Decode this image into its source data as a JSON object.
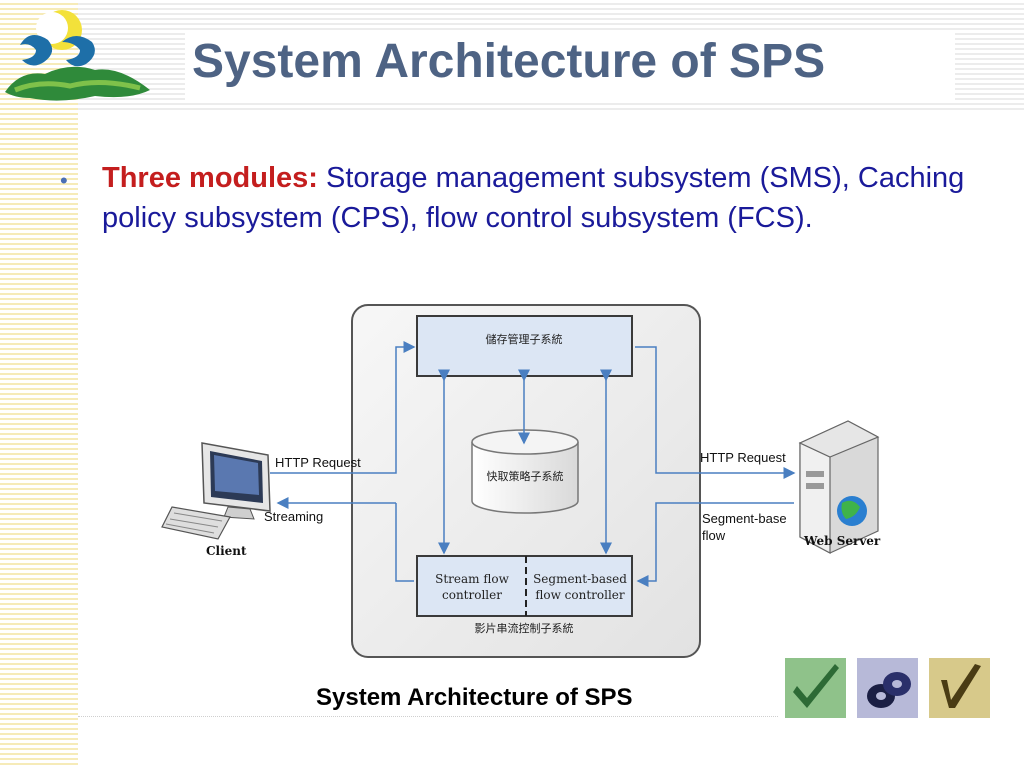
{
  "slide": {
    "title": "System Architecture of SPS",
    "bullet_lead": "Three modules:",
    "bullet_text": " Storage management subsystem (SMS), Caching policy subsystem (CPS), flow control subsystem (FCS).",
    "caption": "System Architecture of SPS"
  },
  "diagram": {
    "storage_module": "儲存管理子系統",
    "cache_module": "快取策略子系統",
    "stream_flow_1": "Stream flow",
    "stream_flow_2": "controller",
    "segment_flow_1": "Segment-based",
    "segment_flow_2": "flow controller",
    "flow_subsystem": "影片串流控制子系統",
    "client_label": "Client",
    "server_label": "Web Server",
    "http_request_left": "HTTP Request",
    "streaming": "Streaming",
    "http_request_right": "HTTP Request",
    "segment_base_1": "Segment-base",
    "segment_base_2": "flow"
  },
  "colors": {
    "title": "#4e6384",
    "body_text": "#1a1a9a",
    "lead_text": "#c41e1e",
    "arrow": "#4a7fc1",
    "module_fill": "#dce6f4"
  },
  "icons": [
    "logo-icon",
    "client-computer-icon",
    "web-server-icon",
    "checkmark-thumbnail-icon",
    "disc-thumbnail-icon",
    "pen-thumbnail-icon"
  ]
}
